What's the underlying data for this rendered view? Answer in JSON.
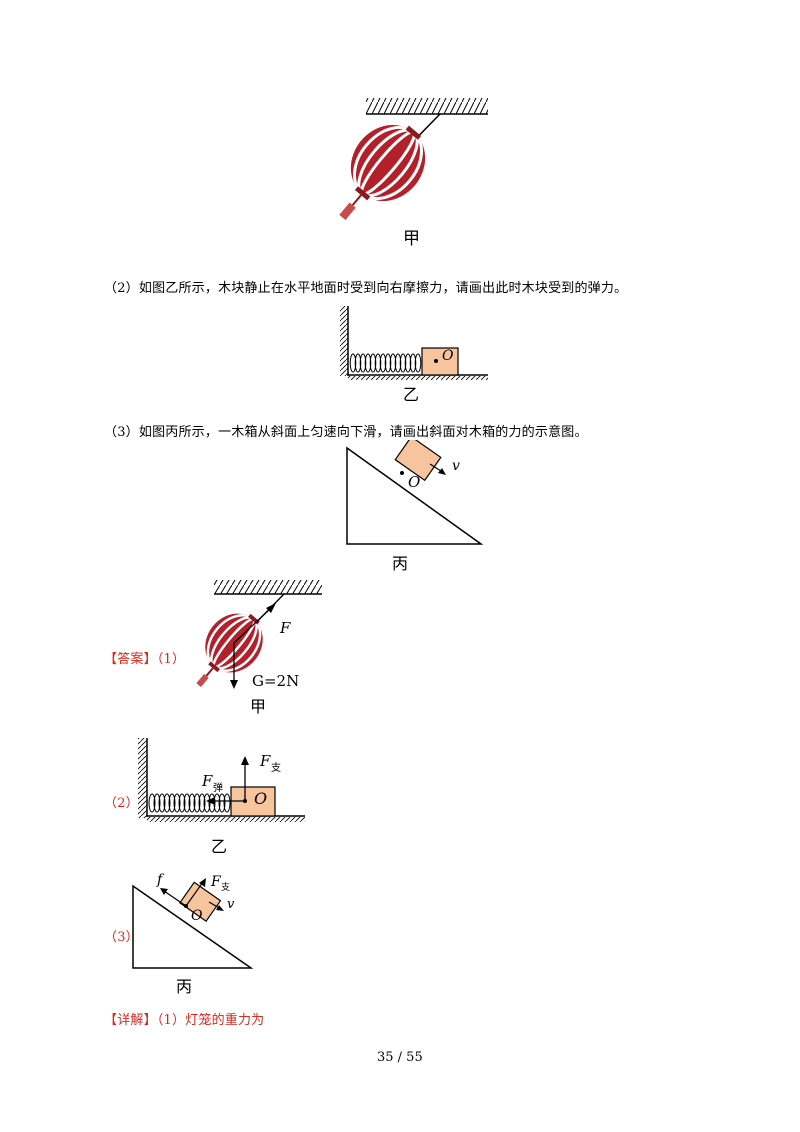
{
  "figures": {
    "jia_caption": "甲",
    "yi_caption": "乙",
    "bing_caption": "丙",
    "point_label": "O",
    "velocity_label": "v"
  },
  "questions": {
    "q2": "（2）如图乙所示，木块静止在水平地面时受到向右摩擦力，请画出此时木块受到的弹力。",
    "q3": "（3）如图丙所示，一木箱从斜面上匀速向下滑，请画出斜面对木箱的力的示意图。"
  },
  "answer": {
    "label": "【答案】",
    "part1": "（1）",
    "part2": "（2）",
    "part3": "（3）",
    "force_F": "F",
    "gravity": "G=2N",
    "spring_force": "F",
    "spring_sub": "弹",
    "support_force": "F",
    "support_sub": "支",
    "friction": "f"
  },
  "detail": {
    "label": "【详解】",
    "text": "（1）灯笼的重力为"
  },
  "page_number": "35 / 55",
  "colors": {
    "lantern_red": "#b3202a",
    "block_fill": "#f6c59d",
    "answer_red": "#d7281e"
  }
}
